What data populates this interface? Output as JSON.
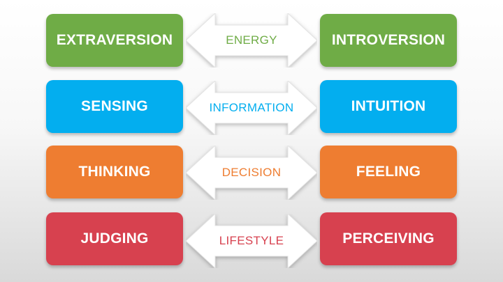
{
  "rows": [
    {
      "left": "EXTRAVERSION",
      "dimension": "ENERGY",
      "right": "INTROVERSION",
      "color": "#6fac46"
    },
    {
      "left": "SENSING",
      "dimension": "INFORMATION",
      "right": "INTUITION",
      "color": "#03aeef"
    },
    {
      "left": "THINKING",
      "dimension": "DECISION",
      "right": "FEELING",
      "color": "#ee7d31"
    },
    {
      "left": "JUDGING",
      "dimension": "LIFESTYLE",
      "right": "PERCEIVING",
      "color": "#d7414f"
    }
  ]
}
